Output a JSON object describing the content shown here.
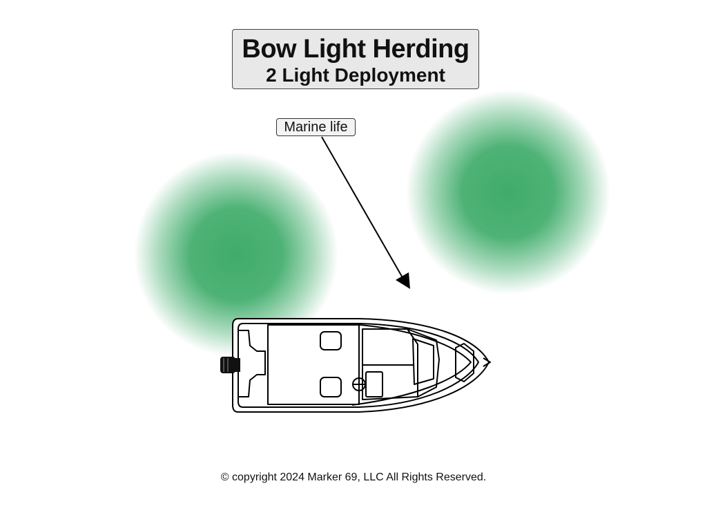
{
  "title": {
    "line1": "Bow Light Herding",
    "line2": "2 Light Deployment"
  },
  "callout": {
    "label": "Marine life"
  },
  "lights": [
    {
      "color": "#3fac6a"
    },
    {
      "color": "#3fac6a"
    }
  ],
  "footer": {
    "copyright": "© copyright 2024 Marker 69, LLC All Rights Reserved."
  }
}
